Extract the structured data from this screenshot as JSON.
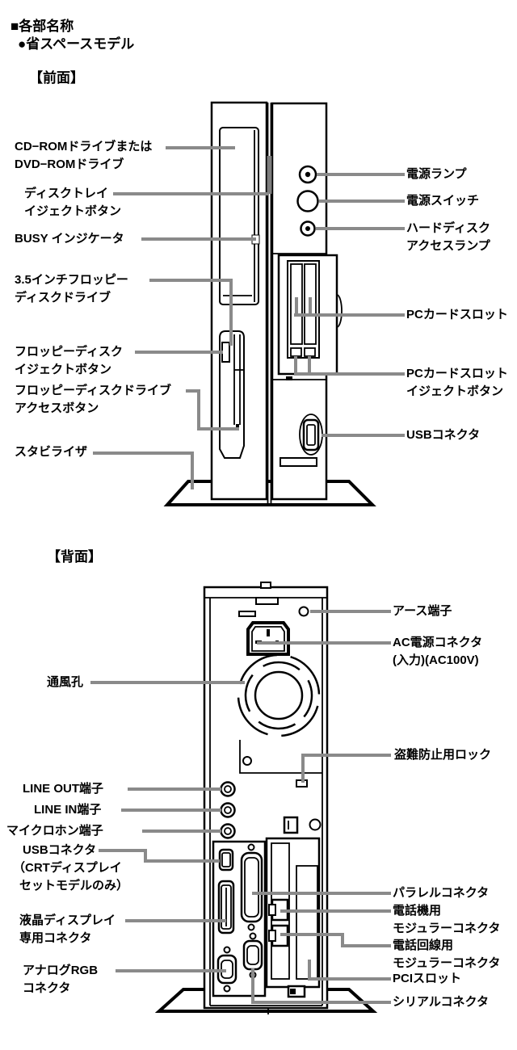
{
  "header": {
    "section_title": "■各部名称",
    "model_title": "●省スペースモデル"
  },
  "colors": {
    "leader": "#8a8a8a",
    "dark_strip": "#7d7d7d",
    "line": "#000000",
    "background": "#ffffff"
  },
  "front": {
    "heading": "【前面】",
    "left_labels": [
      {
        "id": "cd-rom-drive",
        "lines": [
          "CD−ROMドライブまたは",
          "DVD−ROMドライブ"
        ]
      },
      {
        "id": "disc-tray-eject-button",
        "lines": [
          "ディスクトレイ",
          "イジェクトボタン"
        ]
      },
      {
        "id": "busy-indicator",
        "lines": [
          "BUSY インジケータ"
        ]
      },
      {
        "id": "floppy-disk-drive",
        "lines": [
          "3.5インチフロッピー",
          "ディスクドライブ"
        ]
      },
      {
        "id": "floppy-disk-eject-button",
        "lines": [
          "フロッピーディスク",
          "イジェクトボタン"
        ]
      },
      {
        "id": "floppy-disk-access-button",
        "lines": [
          "フロッピーディスクドライブ",
          "アクセスボタン"
        ]
      },
      {
        "id": "stabilizer",
        "lines": [
          "スタビライザ"
        ]
      }
    ],
    "right_labels": [
      {
        "id": "power-lamp",
        "lines": [
          "電源ランプ"
        ]
      },
      {
        "id": "power-switch",
        "lines": [
          "電源スイッチ"
        ]
      },
      {
        "id": "hdd-access-lamp",
        "lines": [
          "ハードディスク",
          "アクセスランプ"
        ]
      },
      {
        "id": "pc-card-slot",
        "lines": [
          "PCカードスロット"
        ]
      },
      {
        "id": "pc-card-slot-eject-button",
        "lines": [
          "PCカードスロット",
          "イジェクトボタン"
        ]
      },
      {
        "id": "usb-connector-front",
        "lines": [
          "USBコネクタ"
        ]
      }
    ]
  },
  "rear": {
    "heading": "【背面】",
    "left_labels": [
      {
        "id": "vent-holes",
        "lines": [
          "通風孔"
        ]
      },
      {
        "id": "line-out-jack",
        "lines": [
          "LINE OUT端子"
        ]
      },
      {
        "id": "line-in-jack",
        "lines": [
          "LINE IN端子"
        ]
      },
      {
        "id": "microphone-jack",
        "lines": [
          "マイクロホン端子"
        ]
      },
      {
        "id": "usb-connector-rear",
        "lines": [
          "USBコネクタ",
          "（CRTディスプレイ",
          "セットモデルのみ）"
        ]
      },
      {
        "id": "lcd-display-connector",
        "lines": [
          "液晶ディスプレイ",
          "専用コネクタ"
        ]
      },
      {
        "id": "analog-rgb-connector",
        "lines": [
          "アナログRGB",
          "コネクタ"
        ]
      }
    ],
    "right_labels": [
      {
        "id": "earth-terminal",
        "lines": [
          "アース端子"
        ]
      },
      {
        "id": "ac-power-connector",
        "lines": [
          "AC電源コネクタ",
          "(入力)(AC100V)"
        ]
      },
      {
        "id": "security-lock",
        "lines": [
          "盗難防止用ロック"
        ]
      },
      {
        "id": "parallel-connector",
        "lines": [
          "パラレルコネクタ"
        ]
      },
      {
        "id": "phone-modular-connector",
        "lines": [
          "電話機用",
          "モジュラーコネクタ"
        ]
      },
      {
        "id": "phone-line-modular-connector",
        "lines": [
          "電話回線用",
          "モジュラーコネクタ"
        ]
      },
      {
        "id": "pci-slot",
        "lines": [
          "PCIスロット"
        ]
      },
      {
        "id": "serial-connector",
        "lines": [
          "シリアルコネクタ"
        ]
      }
    ]
  }
}
